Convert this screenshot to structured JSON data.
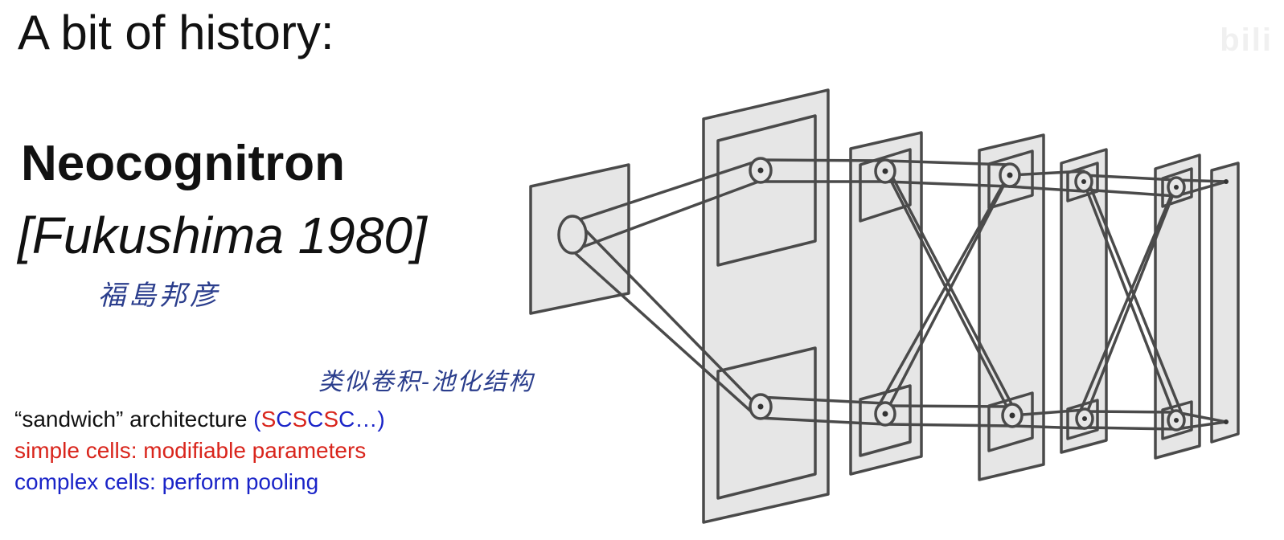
{
  "title": "A bit of history:",
  "watermark": "bili",
  "model_name": "Neocognitron",
  "citation": "[Fukushima 1980]",
  "handwritten_notes": {
    "author_name": "福島邦彦",
    "structure": "类似卷积-池化结构"
  },
  "bullets": {
    "sandwich_prefix": "“sandwich” architecture ",
    "sandwich_open": "(",
    "sandwich_letters": [
      "S",
      "C",
      "S",
      "C",
      "S",
      "C"
    ],
    "sandwich_ellipsis": "…)",
    "simple_cells": "simple cells: modifiable parameters",
    "complex_cells": "complex cells: perform pooling"
  },
  "colors": {
    "text": "#111111",
    "simple": "#d9251c",
    "complex": "#1a24c8",
    "note_ink": "#2a3d8c",
    "diagram_stroke": "#4a4a4a",
    "diagram_fill": "#e6e6e6"
  }
}
